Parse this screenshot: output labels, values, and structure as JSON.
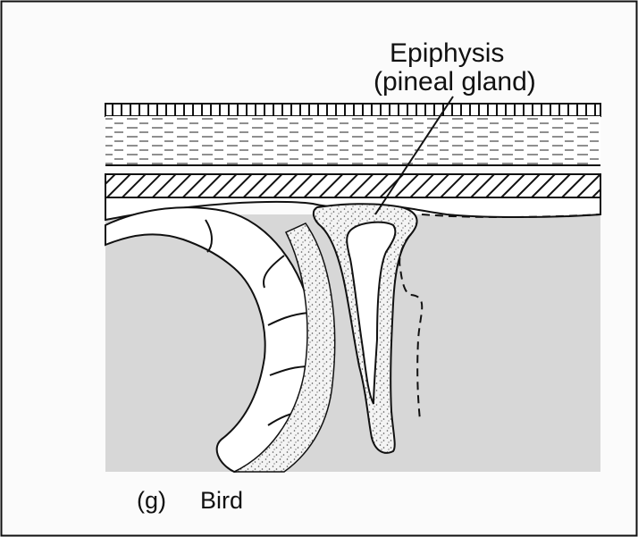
{
  "labels": {
    "structure_line1": "Epiphysis",
    "structure_line2": "(pineal gland)",
    "panel_letter": "(g)",
    "panel_name": "Bird"
  },
  "colors": {
    "page_background": "#fbfbfb",
    "brain_fill": "#d7d7d7",
    "skull_fill": "#ffffff",
    "ink": "#111111",
    "stipple": "#555555"
  }
}
